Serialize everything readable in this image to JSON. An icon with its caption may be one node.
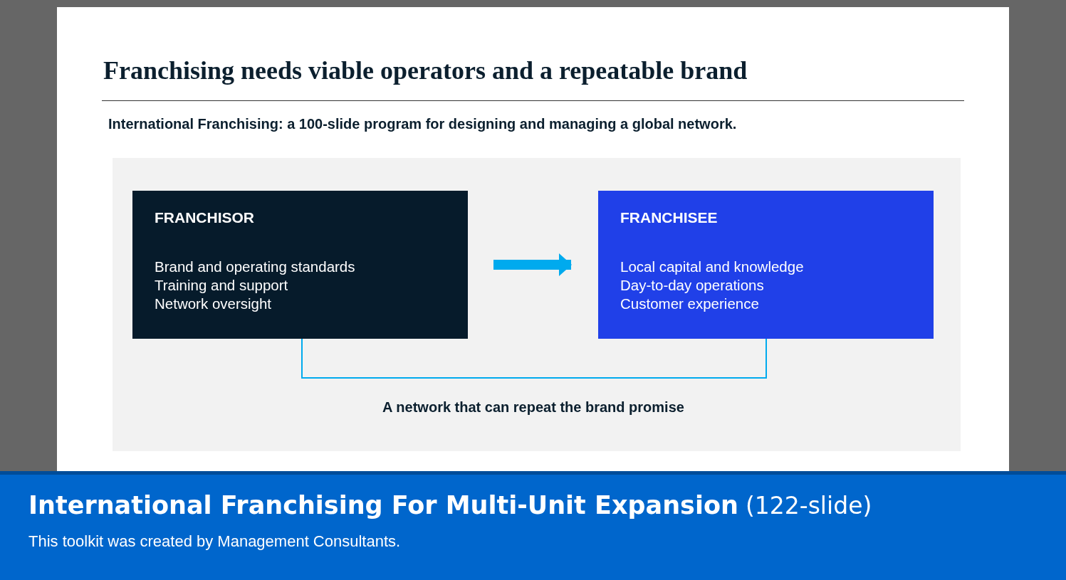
{
  "diagram": {
    "title": "Franchising needs viable operators and a repeatable brand",
    "nodes": [
      {
        "text": [
          "FRANCHISOR",
          "Brand and operating standards",
          "Training and support",
          "Network oversight"
        ]
      },
      {
        "text": [
          "FRANCHISEE",
          "Local capital and knowledge",
          "Day-to-day operations",
          "Customer experience"
        ]
      }
    ],
    "edges": [
      {
        "from": 0,
        "to": 1,
        "arrow": "to",
        "style": "thick"
      },
      {
        "from": 0,
        "to": 1,
        "arrow": "none"
      }
    ],
    "labels": [
      "International Franchising: a 100-slide program for designing and managing a global network.",
      "A network that can repeat the brand promise",
      "International Franchising For Multi-Unit Expansion",
      "(122-slide)",
      "This toolkit was created by Management Consultants."
    ]
  }
}
